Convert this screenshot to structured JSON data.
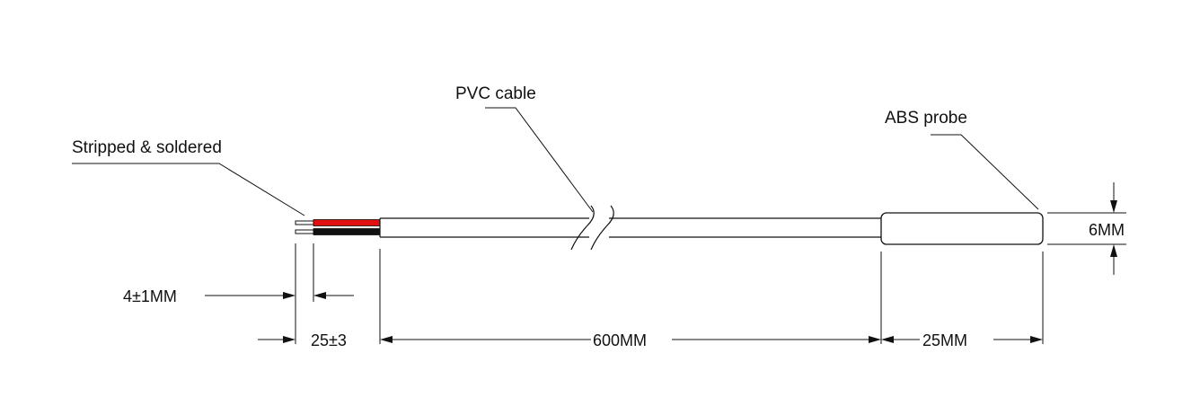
{
  "labels": {
    "wire_end": "Stripped & soldered",
    "cable": "PVC cable",
    "probe": "ABS probe"
  },
  "dimensions": {
    "strip_length": "4±1MM",
    "wire_length": "25±3",
    "cable_length": "600MM",
    "probe_length": "25MM",
    "probe_diameter": "6MM"
  },
  "colors": {
    "wire_red": "#e01010",
    "wire_black": "#111111"
  }
}
